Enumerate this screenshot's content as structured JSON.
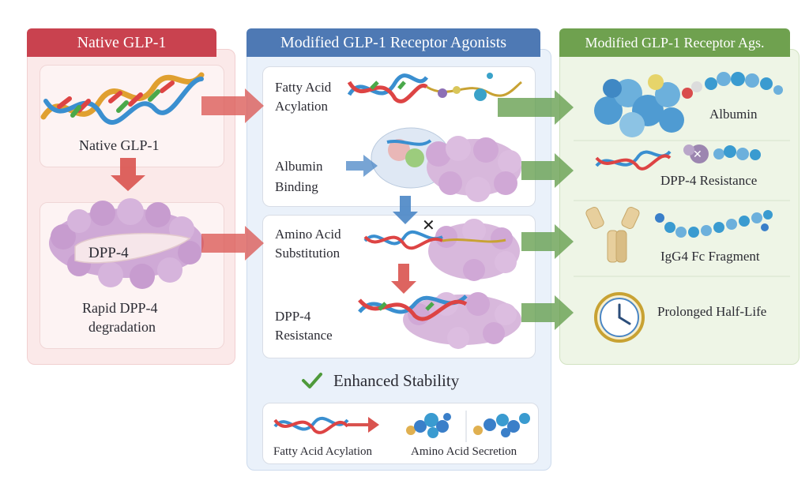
{
  "left_panel": {
    "title": "Native GLP-1",
    "molecule_label": "Native GLP-1",
    "enzyme_label": "DPP-4",
    "degradation_label_line1": "Rapid DPP-4",
    "degradation_label_line2": "degradation"
  },
  "middle_panel": {
    "title": "Modified GLP-1 Receptor Agonists",
    "steps": [
      {
        "line1": "Fatty Acid",
        "line2": "Acylation"
      },
      {
        "line1": "Albumin",
        "line2": "Binding"
      },
      {
        "line1": "Amino Acid",
        "line2": "Substitution"
      },
      {
        "line1": "DPP-4",
        "line2": "Resistance"
      }
    ],
    "stability_label": "Enhanced Stability",
    "bottom_labels": [
      "Fatty Acid Acylation",
      "Amino Acid Secretion"
    ]
  },
  "right_panel": {
    "title": "Modified GLP-1 Receptor Ags.",
    "outcomes": [
      "Albumin",
      "DPP-4 Resistance",
      "IgG4 Fc Fragment",
      "Prolonged Half-Life"
    ]
  },
  "colors": {
    "left_header": "#c9424f",
    "middle_header": "#4e79b4",
    "right_header": "#6fa14f",
    "arrow_red": "#d9534f",
    "arrow_green": "#5e9a46",
    "arrow_blue": "#4a86c5",
    "check": "#4f9a3b"
  }
}
